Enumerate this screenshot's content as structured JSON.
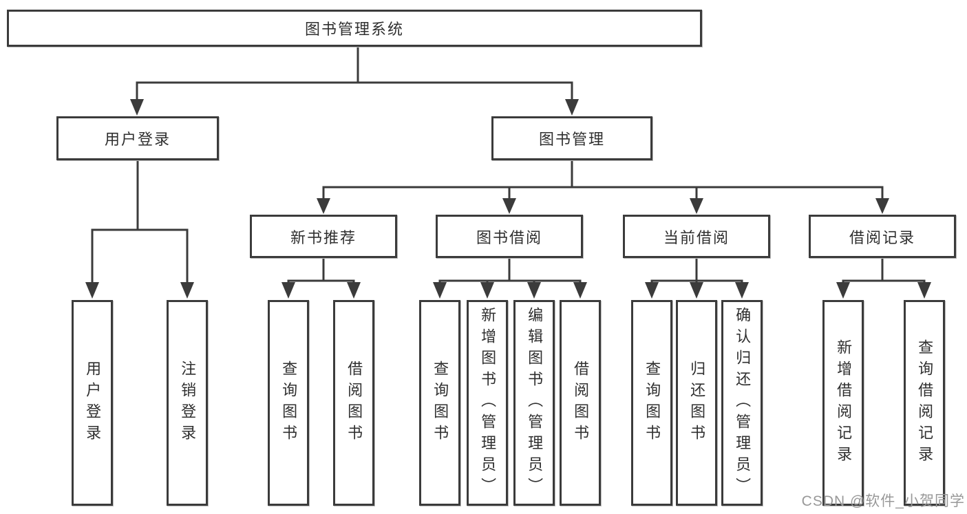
{
  "colors": {
    "line": "#3b3b3b",
    "box_border": "#3b3b3b",
    "box_fill": "#ffffff",
    "text": "#2f2f2f",
    "watermark": "#989898"
  },
  "tree": {
    "root": {
      "label": "图书管理系统"
    },
    "children": [
      {
        "label": "用户登录",
        "children": [
          {
            "label": "用户登录"
          },
          {
            "label": "注销登录"
          }
        ]
      },
      {
        "label": "图书管理",
        "children": [
          {
            "label": "新书推荐",
            "children": [
              {
                "label": "查询图书"
              },
              {
                "label": "借阅图书"
              }
            ]
          },
          {
            "label": "图书借阅",
            "children": [
              {
                "label": "查询图书"
              },
              {
                "label": "新增图书（管理员）"
              },
              {
                "label": "编辑图书（管理员）"
              },
              {
                "label": "借阅图书"
              }
            ]
          },
          {
            "label": "当前借阅",
            "children": [
              {
                "label": "查询图书"
              },
              {
                "label": "归还图书"
              },
              {
                "label": "确认归还（管理员）"
              }
            ]
          },
          {
            "label": "借阅记录",
            "children": [
              {
                "label": "新增借阅记录"
              },
              {
                "label": "查询借阅记录"
              }
            ]
          }
        ]
      }
    ]
  },
  "watermark": {
    "text": "CSDN @软件_小贺同学"
  }
}
